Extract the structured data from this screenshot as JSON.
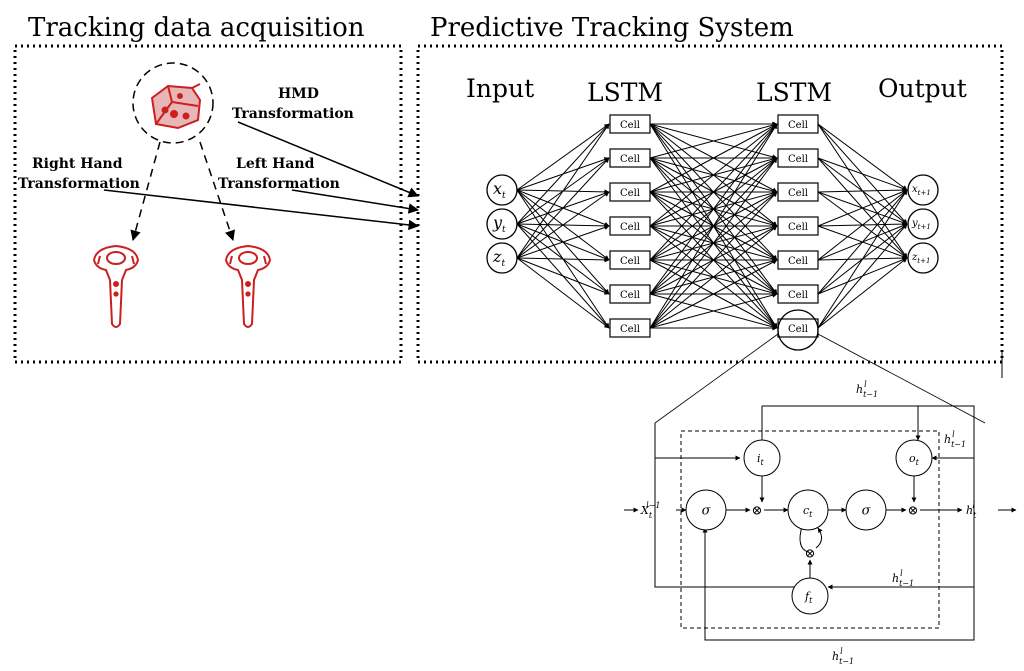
{
  "left_panel": {
    "title": "Tracking data acquisition",
    "hmd_label_1": "HMD",
    "hmd_label_2": "Transformation",
    "right_hand_label_1": "Right Hand",
    "right_hand_label_2": "Transformation",
    "left_hand_label_1": "Left Hand",
    "left_hand_label_2": "Transformation"
  },
  "right_panel": {
    "title": "Predictive Tracking System",
    "col_input": "Input",
    "col_lstm_1": "LSTM",
    "col_lstm_2": "LSTM",
    "col_output": "Output",
    "cell_label": "Cell",
    "inputs": [
      {
        "base": "x",
        "sub": "t"
      },
      {
        "base": "y",
        "sub": "t"
      },
      {
        "base": "z",
        "sub": "t"
      }
    ],
    "outputs": [
      {
        "base": "x",
        "sub": "t+1"
      },
      {
        "base": "y",
        "sub": "t+1"
      },
      {
        "base": "z",
        "sub": "t+1"
      }
    ]
  },
  "lstm_cell": {
    "input": {
      "base": "X",
      "sub": "t",
      "sup": "l−1"
    },
    "output": {
      "base": "h",
      "sub": "t",
      "sup": "l"
    },
    "h_prev_top": {
      "base": "h",
      "sub": "t−1",
      "sup": "l"
    },
    "h_prev_right": {
      "base": "h",
      "sub": "t−1",
      "sup": "l"
    },
    "h_prev_mid": {
      "base": "h",
      "sub": "t−1",
      "sup": "l"
    },
    "h_prev_bottom": {
      "base": "h",
      "sub": "t−1",
      "sup": "l"
    },
    "gate_i": {
      "base": "i",
      "sub": "t"
    },
    "gate_o": {
      "base": "o",
      "sub": "t"
    },
    "gate_c": {
      "base": "c",
      "sub": "t"
    },
    "gate_f": {
      "base": "f",
      "sub": "t"
    },
    "sigma_1": "σ",
    "sigma_2": "σ",
    "mul": "⊗"
  },
  "colors": {
    "device": "#cc1f1f",
    "line": "#000000"
  },
  "icons": [
    "vr-headset-icon",
    "controller-icon"
  ]
}
